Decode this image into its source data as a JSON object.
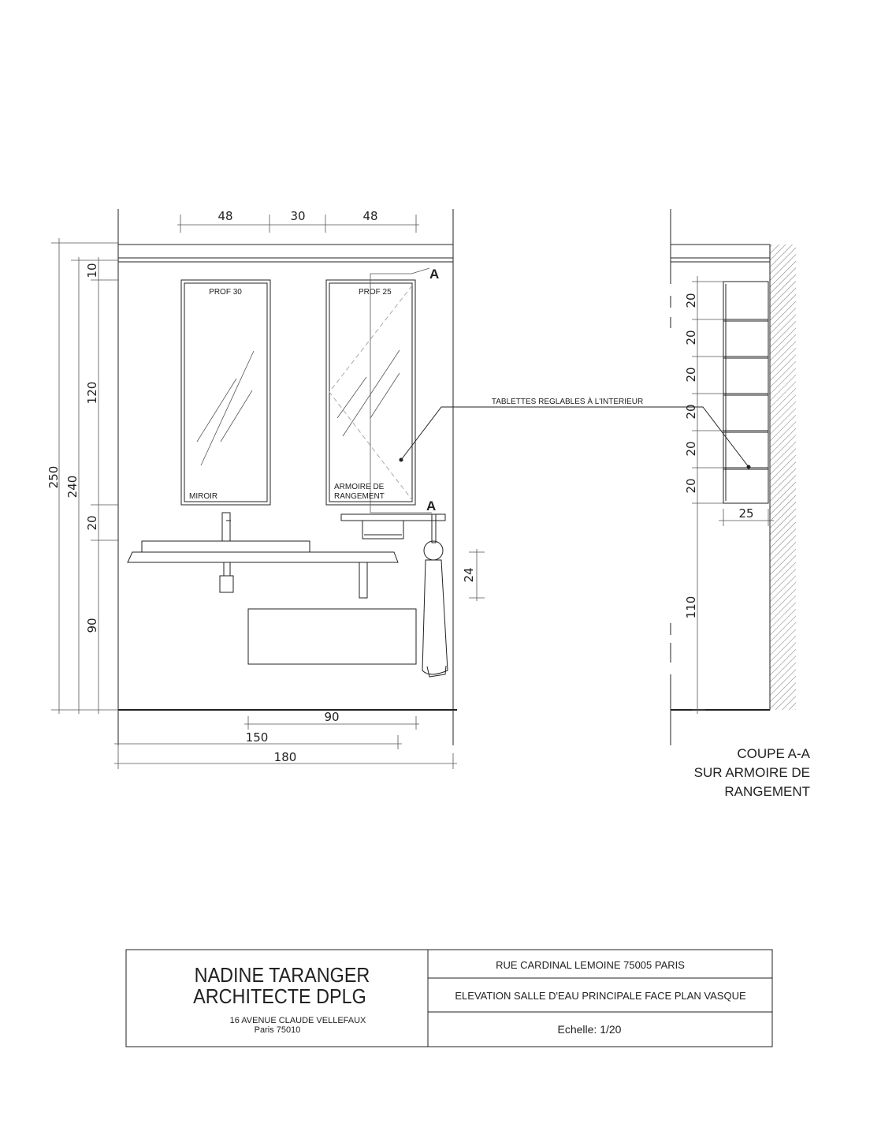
{
  "elevation": {
    "top_dims": [
      "48",
      "30",
      "48"
    ],
    "left_dims": {
      "total_outer": "250",
      "total_inner": "240",
      "segments": [
        "10",
        "120",
        "20",
        "90"
      ]
    },
    "bottom_dims": [
      "90",
      "150",
      "180"
    ],
    "towel_dim": "24",
    "mirror": {
      "depth_label": "PROF 30",
      "label": "MIROIR"
    },
    "cabinet": {
      "depth_label": "PROF 25",
      "label_line1": "ARMOIRE DE",
      "label_line2": "RANGEMENT"
    },
    "section_marks": [
      "A",
      "A"
    ],
    "annotation": "TABLETTES REGLABLES À L'INTERIEUR"
  },
  "section": {
    "shelf_dims": [
      "20",
      "20",
      "20",
      "20",
      "20",
      "20"
    ],
    "lower_dim": "110",
    "depth_dim": "25",
    "caption": [
      "COUPE A-A",
      "SUR ARMOIRE DE",
      "RANGEMENT"
    ]
  },
  "title_block": {
    "architect_line1": "NADINE TARANGER",
    "architect_line2": "ARCHITECTE DPLG",
    "address_line1": "16 AVENUE CLAUDE VELLEFAUX",
    "address_line2": "Paris 75010",
    "project_address": "RUE CARDINAL LEMOINE 75005 PARIS",
    "drawing_title": "ELEVATION SALLE D'EAU PRINCIPALE FACE PLAN VASQUE",
    "scale": "Echelle: 1/20"
  }
}
